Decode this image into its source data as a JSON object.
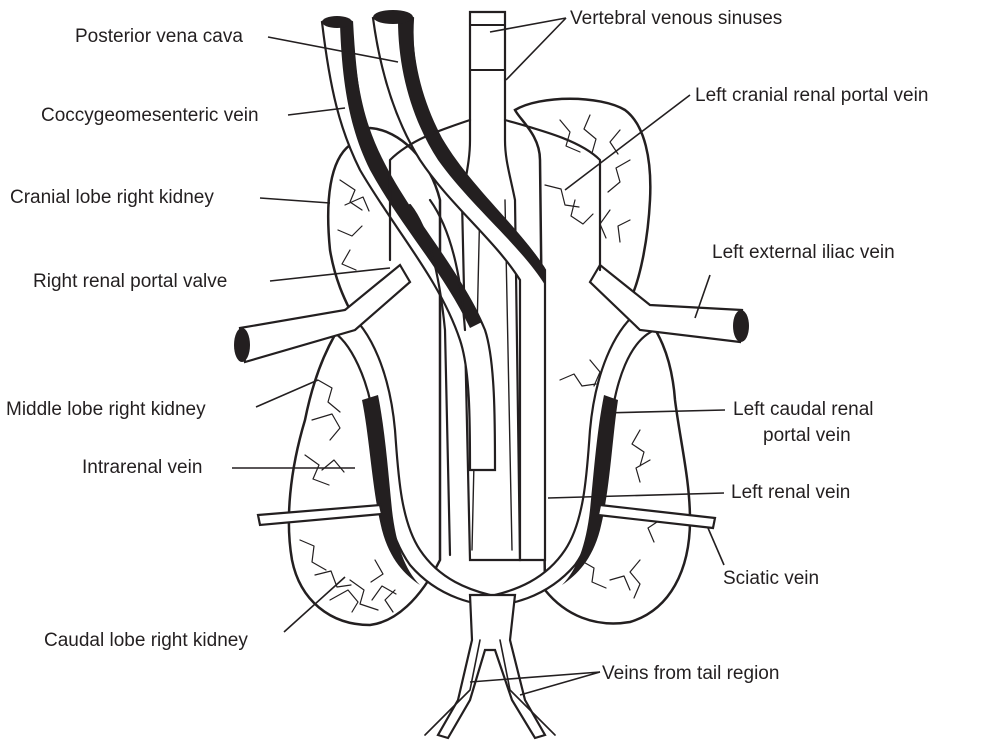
{
  "labels": {
    "posterior_vena_cava": "Posterior vena cava",
    "vertebral_venous_sinuses": "Vertebral venous sinuses",
    "coccygeomesenteric_vein": "Coccygeomesenteric vein",
    "left_cranial_renal_portal_vein": "Left cranial renal portal vein",
    "cranial_lobe_right_kidney": "Cranial lobe right kidney",
    "left_external_iliac_vein": "Left external iliac vein",
    "right_renal_portal_valve": "Right renal portal valve",
    "middle_lobe_right_kidney": "Middle lobe right kidney",
    "left_caudal_renal_portal_vein_line1": "Left caudal renal",
    "left_caudal_renal_portal_vein_line2": "portal vein",
    "intrarenal_vein": "Intrarenal vein",
    "left_renal_vein": "Left renal vein",
    "sciatic_vein": "Sciatic vein",
    "caudal_lobe_right_kidney": "Caudal lobe right kidney",
    "veins_from_tail_region": "Veins from tail region"
  },
  "colors": {
    "ink": "#231f20",
    "background": "#ffffff"
  }
}
